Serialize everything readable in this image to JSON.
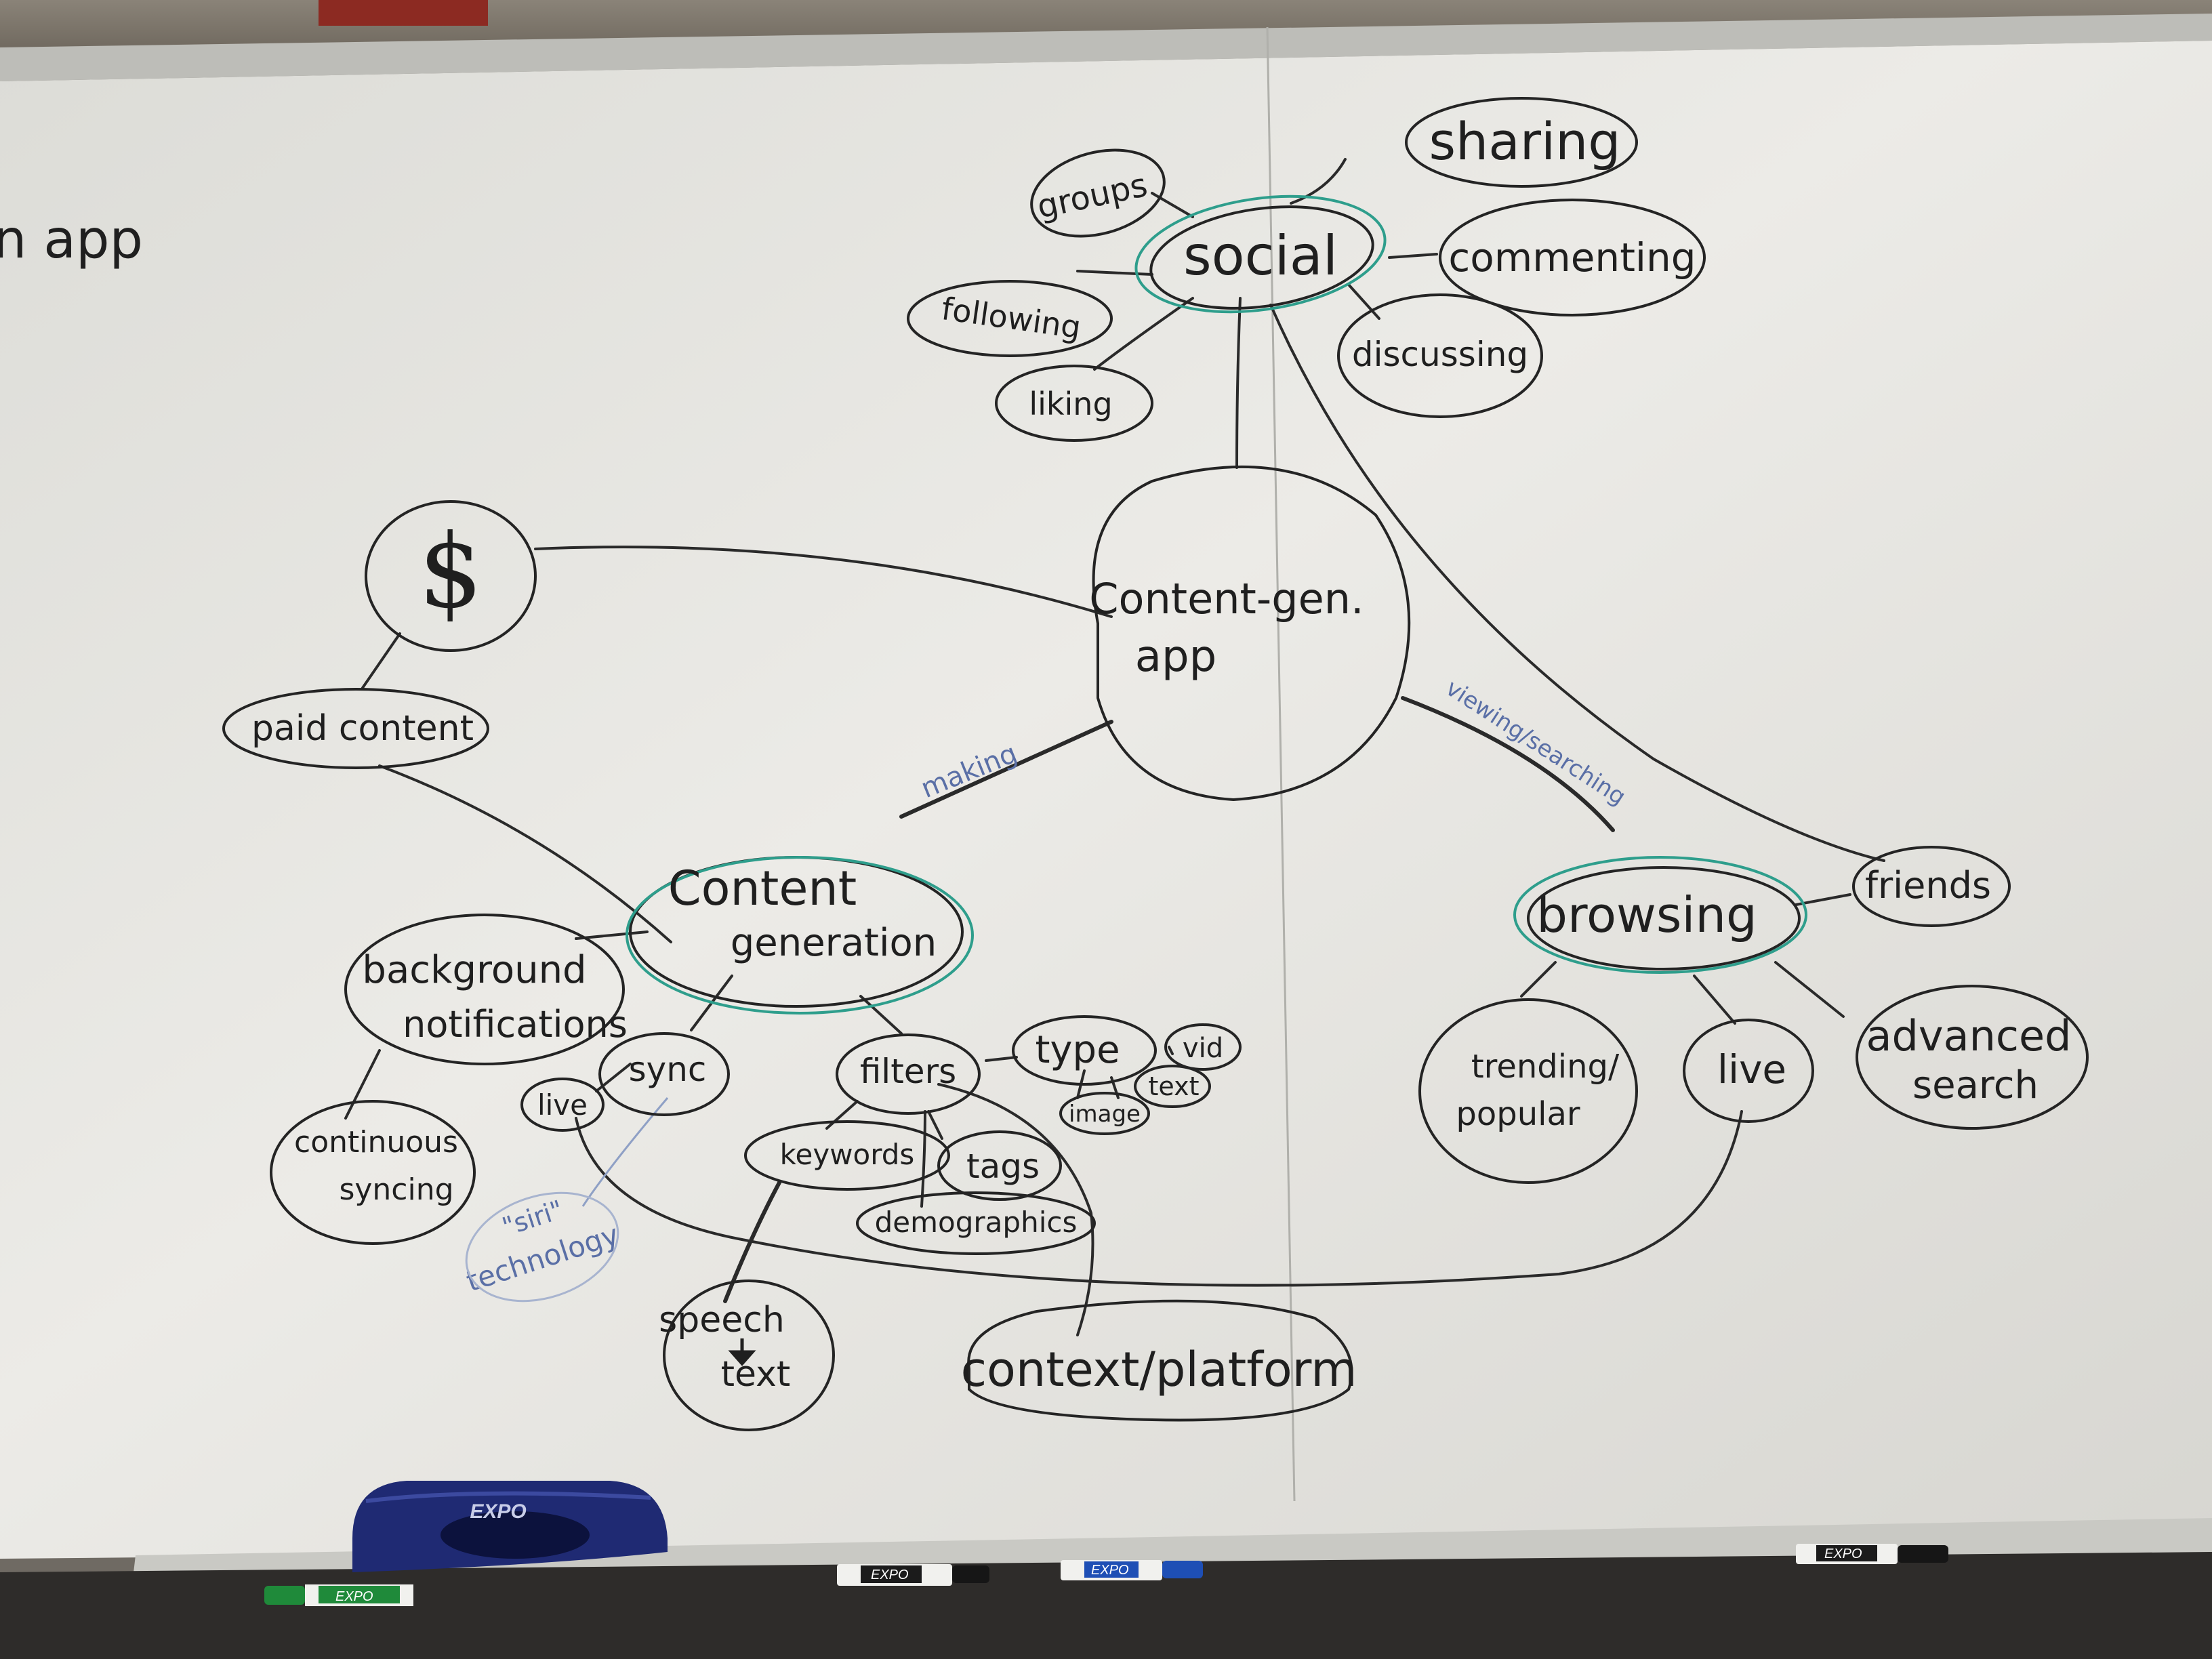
{
  "whiteboard": {
    "edge_text": "n app"
  },
  "nodes": {
    "social": "social",
    "sharing": "sharing",
    "groups": "groups",
    "commenting": "commenting",
    "following": "following",
    "discussing": "discussing",
    "liking": "liking",
    "dollar": "$",
    "content_gen_app_line1": "Content-gen.",
    "content_gen_app_line2": "app",
    "paid_content": "paid content",
    "content_generation_line1": "Content",
    "content_generation_line2": "generation",
    "background_notifications_line1": "background",
    "background_notifications_line2": "notifications",
    "sync": "sync",
    "live_left": "live",
    "continuous_syncing_line1": "continuous",
    "continuous_syncing_line2": "syncing",
    "siri_line1": "\"siri\"",
    "siri_line2": "technology",
    "filters": "filters",
    "type": "type",
    "vid": "vid",
    "image": "image",
    "text_small": "text",
    "keywords": "keywords",
    "tags": "tags",
    "demographics": "demographics",
    "speech_line1": "speech",
    "speech_line2": "text",
    "context_platform": "context/platform",
    "browsing": "browsing",
    "friends": "friends",
    "trending_line1": "trending/",
    "trending_line2": "popular",
    "live_right": "live",
    "advanced_line1": "advanced",
    "advanced_line2": "search"
  },
  "edge_labels": {
    "making": "making",
    "viewing_searching": "viewing/searching"
  },
  "tray": {
    "eraser_brand": "EXPO",
    "marker_brand": "EXPO"
  },
  "colors": {
    "board": "#e6e5e1",
    "ink": "#222222",
    "teal": "#2e9e8c",
    "blue_ink": "#5a6fa6",
    "eraser": "#1f2a73",
    "green_marker": "#1f8a3a",
    "blue_marker": "#1e4fb5"
  }
}
